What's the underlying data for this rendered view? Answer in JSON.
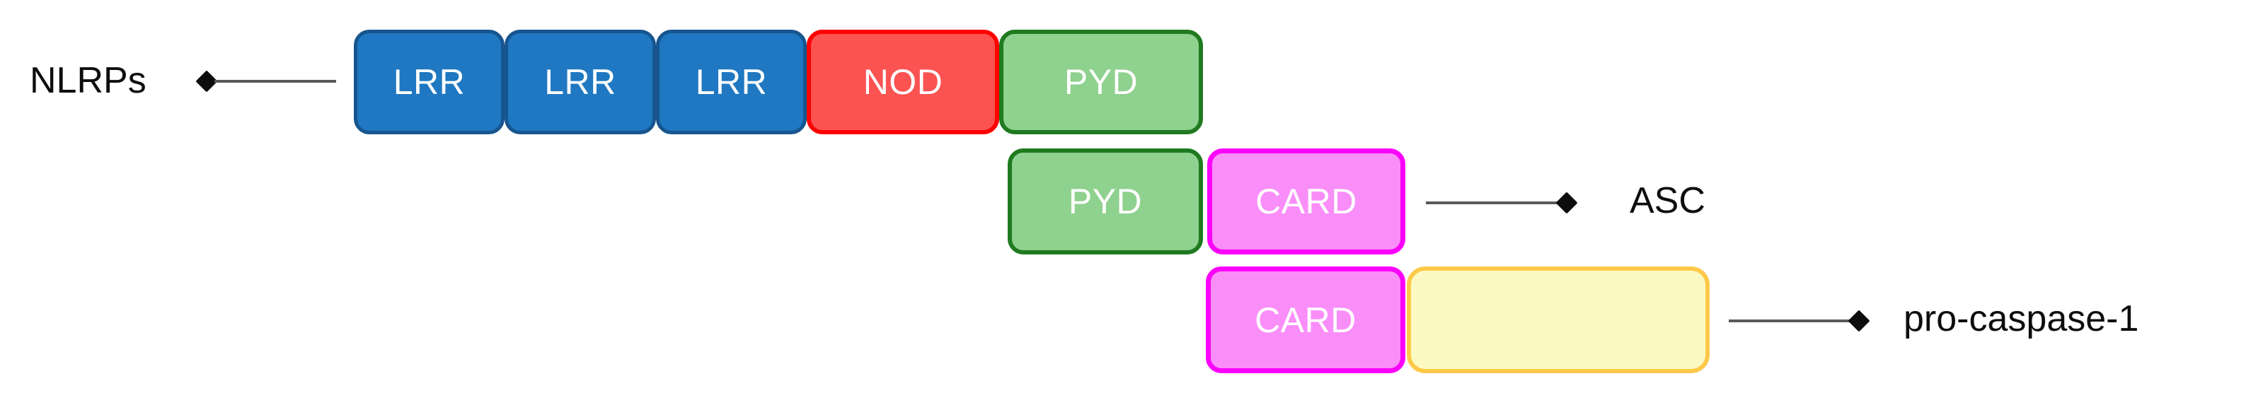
{
  "figure": {
    "type": "protein-domain-architecture-diagram",
    "background_color": "#FFFFFF"
  },
  "labels": {
    "nlrps": "NLRPs",
    "asc": "ASC",
    "pro_caspase_1": "pro-caspase-1"
  },
  "legend_colors": {
    "lrr_fill": "#1F78C1",
    "lrr_border": "#17558F",
    "nod_fill": "#FB5252",
    "nod_border": "#FE0000",
    "pyd_fill": "#8FD18E",
    "pyd_border": "#1F7A20",
    "card_fill": "#F98EF9",
    "card_border": "#FB00FB",
    "empty_fill": "#FCFAC2",
    "empty_border": "#FDC949",
    "connector": "#5A5A5A",
    "text_dark": "#0D0D0D",
    "text_light": "#FFFFFF"
  },
  "rows": {
    "nlrps_row": {
      "name": "NLRPs",
      "domains": [
        {
          "label": "LRR",
          "type": "lrr"
        },
        {
          "label": "LRR",
          "type": "lrr"
        },
        {
          "label": "LRR",
          "type": "lrr"
        },
        {
          "label": "NOD",
          "type": "nod"
        },
        {
          "label": "PYD",
          "type": "pyd"
        }
      ]
    },
    "asc_row": {
      "name": "ASC",
      "domains": [
        {
          "label": "PYD",
          "type": "pyd"
        },
        {
          "label": "CARD",
          "type": "card"
        }
      ]
    },
    "pro_caspase_1_row": {
      "name": "pro-caspase-1",
      "domains": [
        {
          "label": "CARD",
          "type": "card"
        },
        {
          "label": "",
          "type": "empty"
        }
      ]
    }
  }
}
